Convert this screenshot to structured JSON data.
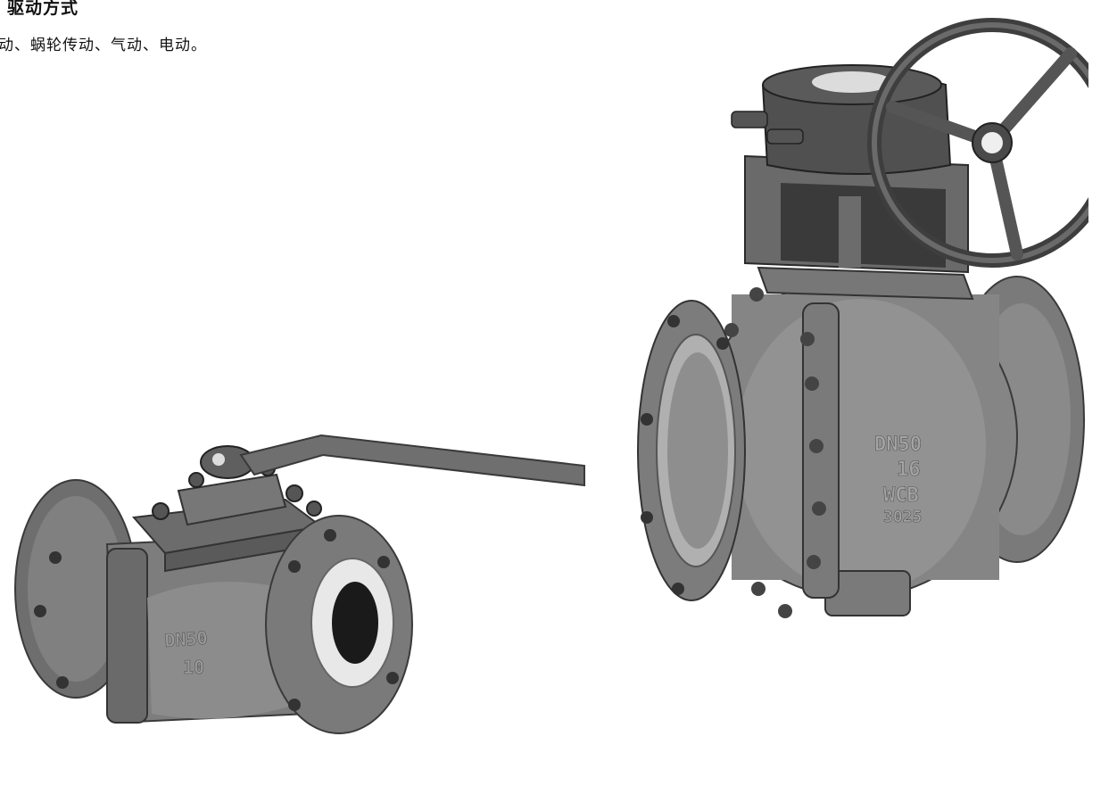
{
  "section": {
    "heading": "驱动方式",
    "text": "动、蜗轮传动、气动、电动。"
  },
  "figures": {
    "lever_valve": {
      "cast_markings": [
        "DN50",
        "10"
      ]
    },
    "gear_valve": {
      "cast_markings": [
        "DN50",
        "16",
        "WCB",
        "3025"
      ]
    }
  },
  "colors": {
    "valve_body": "#7a7a7a",
    "valve_light": "#a6a6a6",
    "valve_dark": "#3a3a3a",
    "seat_white": "#e8e8e8"
  }
}
